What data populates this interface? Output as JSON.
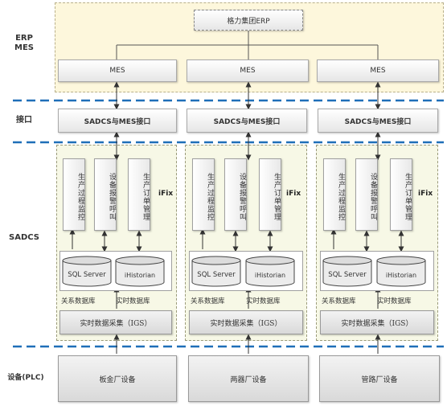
{
  "layers": {
    "erp_line1": "ERP",
    "erp_line2": "MES",
    "interface": "接口",
    "sadcs": "SADCS",
    "device": "设备(PLC)"
  },
  "erp": {
    "label": "格力集团ERP"
  },
  "columns": [
    {
      "mes": "MES",
      "interface": "SADCS与MES接口",
      "modules": [
        "生产过程监控",
        "设备报警呼叫",
        "生产订单管理"
      ],
      "ifix": "iFix",
      "sql": "SQL Server",
      "historian": "iHistorian",
      "rel_db": "关系数据库",
      "rt_db": "实时数据库",
      "igs": "实时数据采集（IGS）",
      "device": "板金厂设备"
    },
    {
      "mes": "MES",
      "interface": "SADCS与MES接口",
      "modules": [
        "生产过程监控",
        "设备报警呼叫",
        "生产订单管理"
      ],
      "ifix": "iFix",
      "sql": "SQL Server",
      "historian": "iHistorian",
      "rel_db": "关系数据库",
      "rt_db": "实时数据库",
      "igs": "实时数据采集（IGS）",
      "device": "两器厂设备"
    },
    {
      "mes": "MES",
      "interface": "SADCS与MES接口",
      "modules": [
        "生产过程监控",
        "设备报警呼叫",
        "生产订单管理"
      ],
      "ifix": "iFix",
      "sql": "SQL Server",
      "historian": "iHistorian",
      "rel_db": "关系数据库",
      "rt_db": "实时数据库",
      "igs": "实时数据采集（IGS）",
      "device": "管路厂设备"
    }
  ],
  "colors": {
    "divider": "#1f6fb8",
    "erp_zone": "#fdf7dc",
    "sadcs_zone": "#f7f8e6"
  }
}
